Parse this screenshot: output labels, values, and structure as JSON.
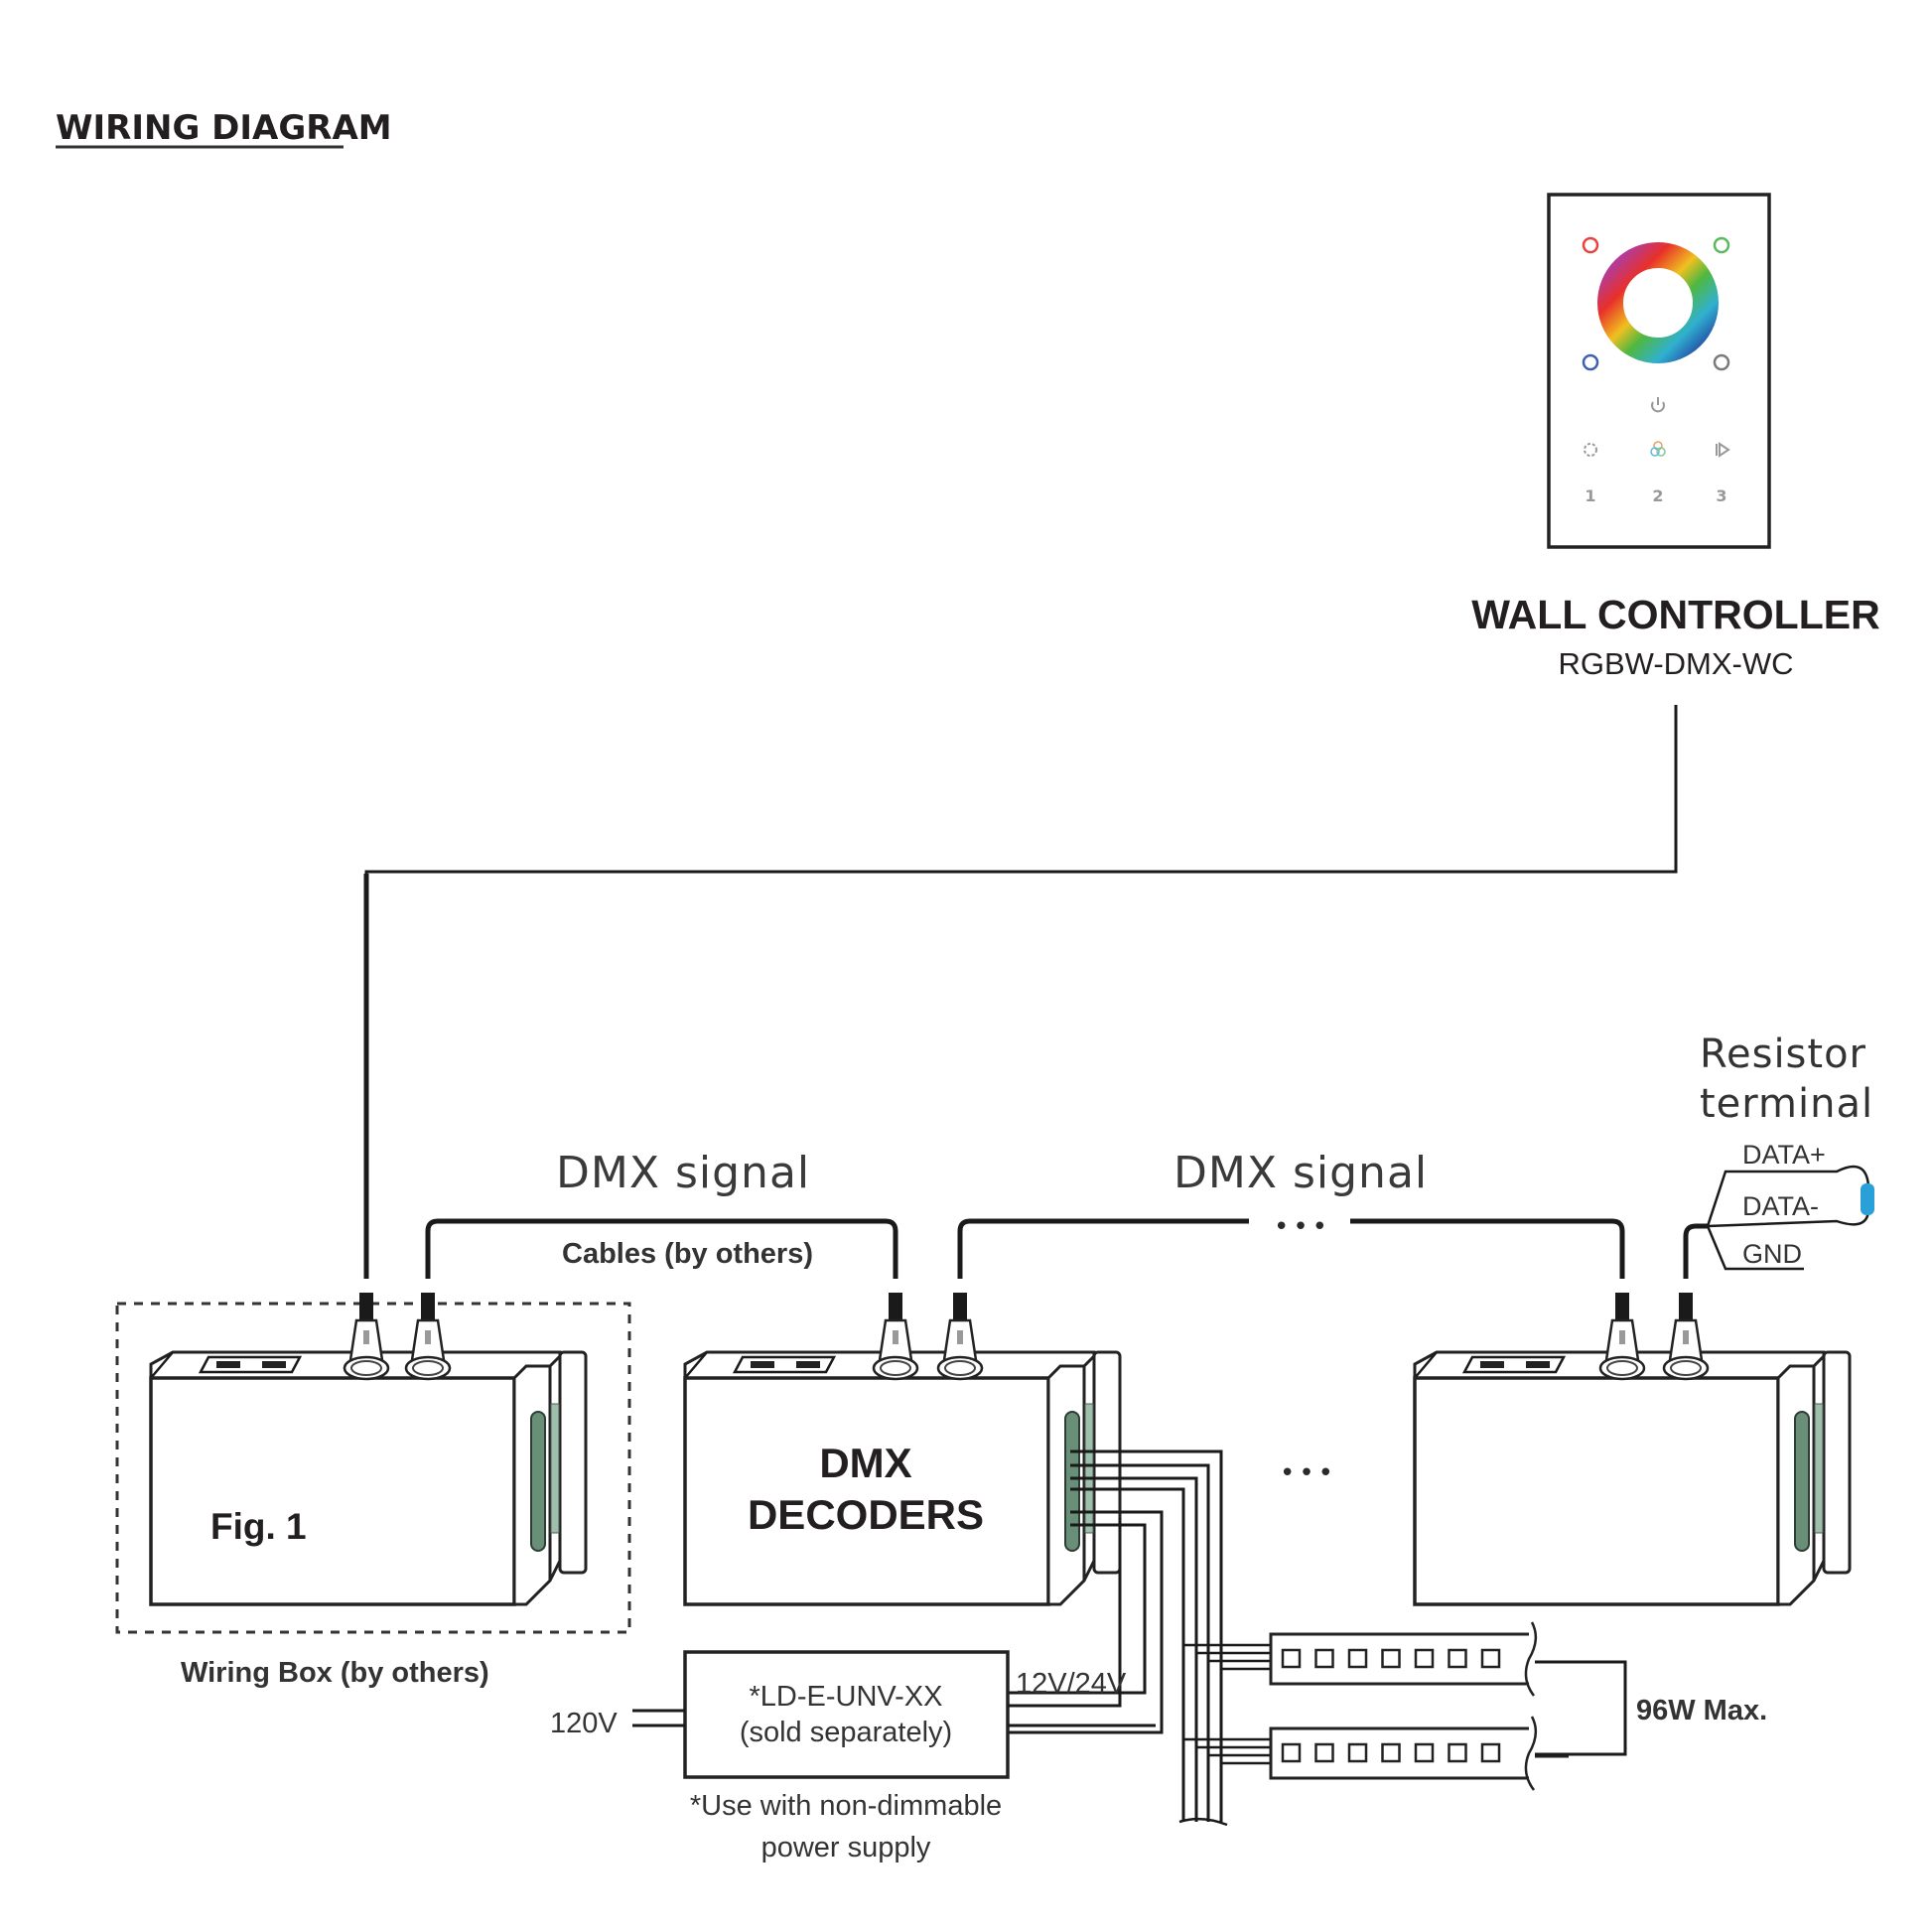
{
  "title": "WIRING DIAGRAM",
  "wall_controller": {
    "title": "WALL CONTROLLER",
    "model": "RGBW-DMX-WC",
    "buttons": {
      "corner_colors": [
        "#e8423f",
        "#5cb85c",
        "#3f5fb5",
        "#7a7a7a"
      ],
      "icons": [
        "power-icon",
        "brightness-icon",
        "rgb-mix-icon",
        "play-icon"
      ],
      "numbers": [
        "1",
        "2",
        "3"
      ]
    }
  },
  "signals": {
    "dmx_signal_1": "DMX signal",
    "dmx_signal_2": "DMX signal",
    "cables_note": "Cables (by others)",
    "ellipsis": "•••"
  },
  "resistor_terminal": {
    "title_line1": "Resistor",
    "title_line2": "terminal",
    "pins": [
      "DATA+",
      "DATA-",
      "GND"
    ],
    "resistor_color": "#2a9fd8"
  },
  "decoders": {
    "label_line1": "DMX",
    "label_line2": "DECODERS",
    "fig_label": "Fig. 1",
    "wiring_box_note": "Wiring Box (by others)",
    "ellipsis": "•••"
  },
  "power_supply": {
    "model": "*LD-E-UNV-XX",
    "note": "(sold separately)",
    "input_voltage": "120V",
    "output_voltage": "12V/24V",
    "footnote_line1": "*Use with non-dimmable",
    "footnote_line2": "power supply"
  },
  "led_strips": {
    "count": 2,
    "leds_per_strip": 7,
    "max_load": "96W Max."
  }
}
